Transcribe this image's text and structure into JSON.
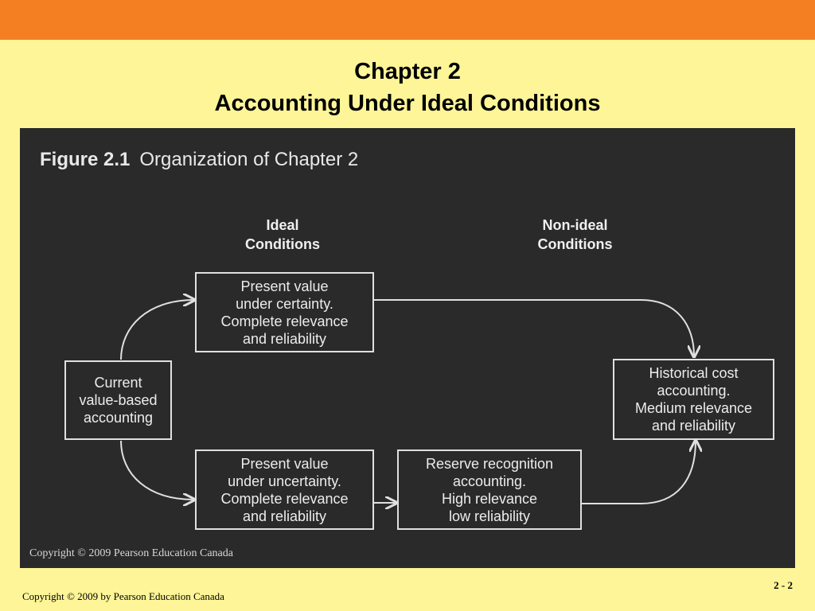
{
  "slide": {
    "title_line1": "Chapter 2",
    "title_line2": "Accounting Under Ideal Conditions",
    "page_number": "2 - 2",
    "footer_copyright": "Copyright © 2009 by Pearson Education Canada",
    "accent_color": "#f37f22",
    "background_color": "#fdf597"
  },
  "figure": {
    "label": "Figure 2.1",
    "title": "Organization of Chapter 2",
    "copyright": "Copyright © 2009 Pearson Education Canada",
    "columns": {
      "ideal": "Ideal\nConditions",
      "non_ideal": "Non-ideal\nConditions"
    },
    "boxes": {
      "current_value": "Current\nvalue-based\naccounting",
      "pv_certainty": "Present value\nunder certainty.\nComplete relevance\nand reliability",
      "pv_uncertainty": "Present value\nunder uncertainty.\nComplete relevance\nand reliability",
      "reserve_recognition": "Reserve recognition\naccounting.\nHigh relevance\nlow reliability",
      "historical_cost": "Historical cost\naccounting.\nMedium relevance\nand reliability"
    }
  }
}
